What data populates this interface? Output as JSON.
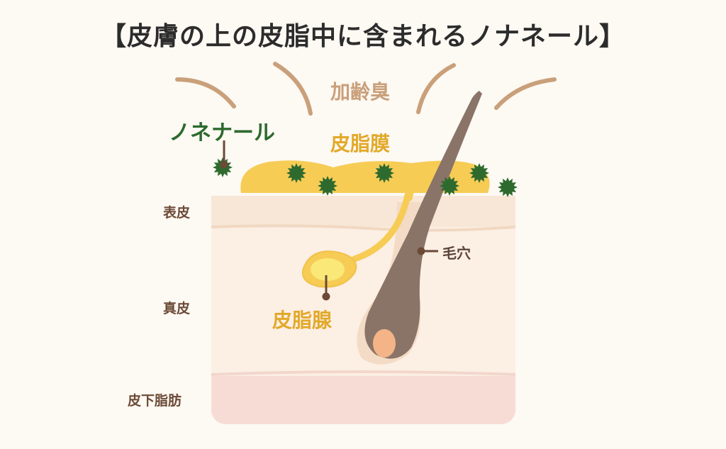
{
  "title": "【皮膚の上の皮脂中に含まれるノナネール】",
  "labels": {
    "odor": "加齢臭",
    "nonenal": "ノネナール",
    "sebum_membrane": "皮脂膜",
    "pore": "毛穴",
    "sebaceous_gland": "皮脂腺",
    "epidermis": "表皮",
    "dermis": "真皮",
    "subcutaneous": "皮下脂肪"
  },
  "colors": {
    "epidermis": "#f8e7d6",
    "dermis": "#fcefe4",
    "subcutaneous": "#f7dcd6",
    "sebum": "#f6cc55",
    "hair": "#8a7468",
    "nonenal": "#2e6a2e",
    "odor_wave": "#c9a07a",
    "pointer": "#6b4a36"
  }
}
